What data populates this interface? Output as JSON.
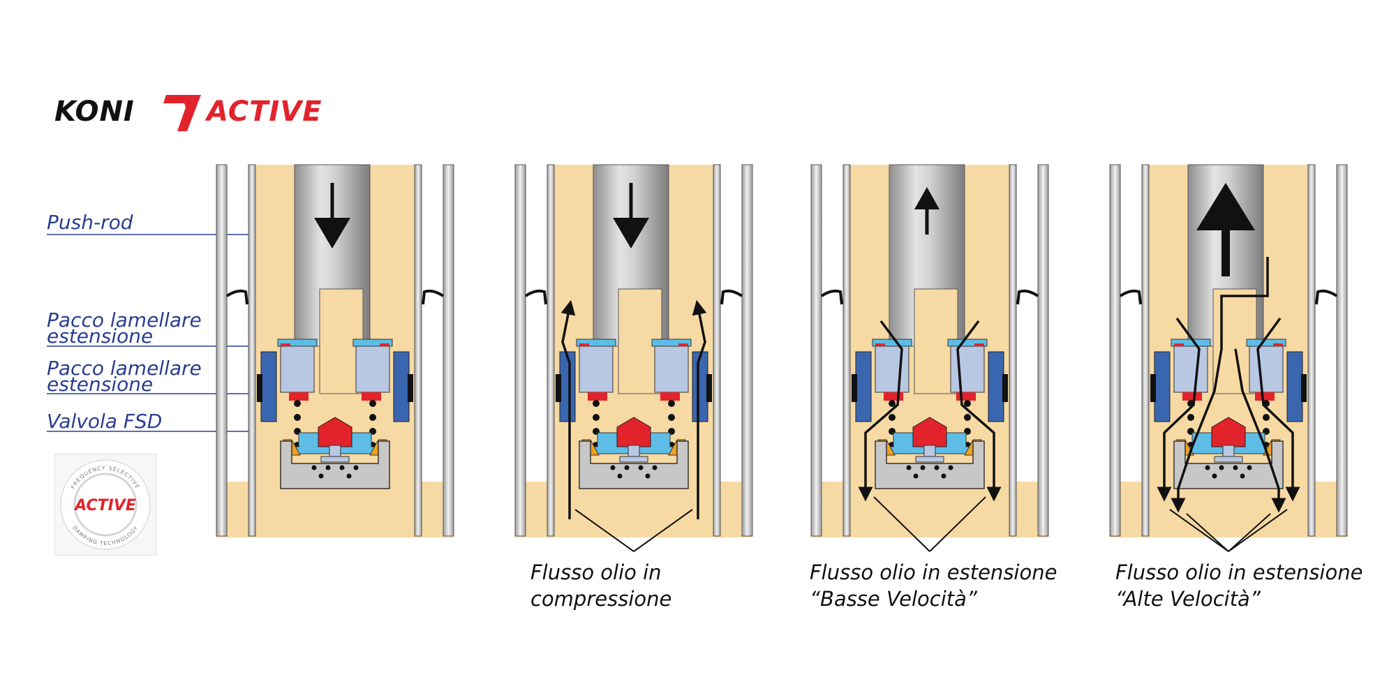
{
  "brand": {
    "name": "KONI",
    "product": "ACTIVE",
    "red": "#e3232b",
    "dark": "#111111"
  },
  "badge": {
    "top_text": "FREQUENCY SELECTIVE",
    "center_text": "ACTIVE",
    "bottom_text": "DAMPING TECHNOLOGY"
  },
  "labels": {
    "push_rod": "Push-rod",
    "pacco1_line1": "Pacco lamellare",
    "pacco1_line2": "estensione",
    "pacco2_line1": "Pacco lamellare",
    "pacco2_line2": "estensione",
    "valvola": "Valvola FSD",
    "color": "#2b3d8f"
  },
  "panels": [
    {
      "id": "overview",
      "rod_direction": "down",
      "flow": "none",
      "caption_line1": "",
      "caption_line2": ""
    },
    {
      "id": "compression",
      "rod_direction": "down",
      "flow": "compression",
      "caption_line1": "Flusso olio in",
      "caption_line2": "compressione"
    },
    {
      "id": "extension-low",
      "rod_direction": "up",
      "flow": "extension-low",
      "caption_line1": "Flusso olio in estensione",
      "caption_line2": "“Basse Velocità”"
    },
    {
      "id": "extension-high",
      "rod_direction": "up",
      "flow": "extension-high",
      "caption_line1": "Flusso olio in estensione",
      "caption_line2": "“Alte Velocità”"
    }
  ],
  "colors": {
    "oil": "#f7d9a3",
    "rod": "#b9b9b9",
    "valve_light": "#b8c7e2",
    "valve_blue": "#3a66b0",
    "valve_cyan": "#5dbde6",
    "valve_red": "#e3232b",
    "valve_orange": "#f0a020",
    "base_grey": "#c7c7c7"
  }
}
